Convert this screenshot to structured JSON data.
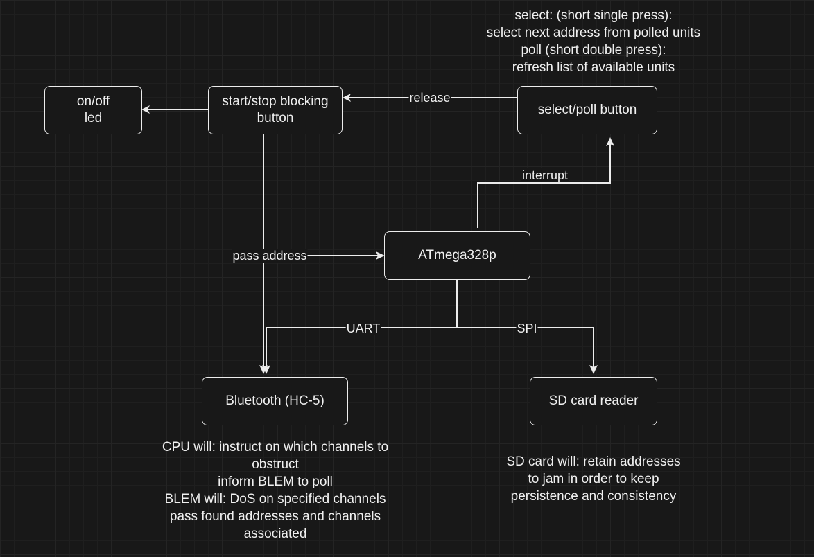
{
  "nodes": {
    "led": "on/off\nled",
    "start_stop": "start/stop blocking\nbutton",
    "select_poll": "select/poll button",
    "mcu": "ATmega328p",
    "bluetooth": "Bluetooth (HC-5)",
    "sd_reader": "SD card reader"
  },
  "edges": {
    "release": "release",
    "interrupt": "interrupt",
    "pass_address": "pass address",
    "uart": "UART",
    "spi": "SPI"
  },
  "notes": {
    "select_poll": "select: (short single press):\nselect next address from polled units\npoll (short double press):\nrefresh list of available units",
    "bluetooth": "CPU will: instruct on which channels to\nobstruct\ninform BLEM to poll\nBLEM will: DoS on specified channels\npass found addresses and channels\nassociated",
    "sd_card": "SD card will: retain addresses\nto jam in order to keep\npersistence and consistency"
  }
}
